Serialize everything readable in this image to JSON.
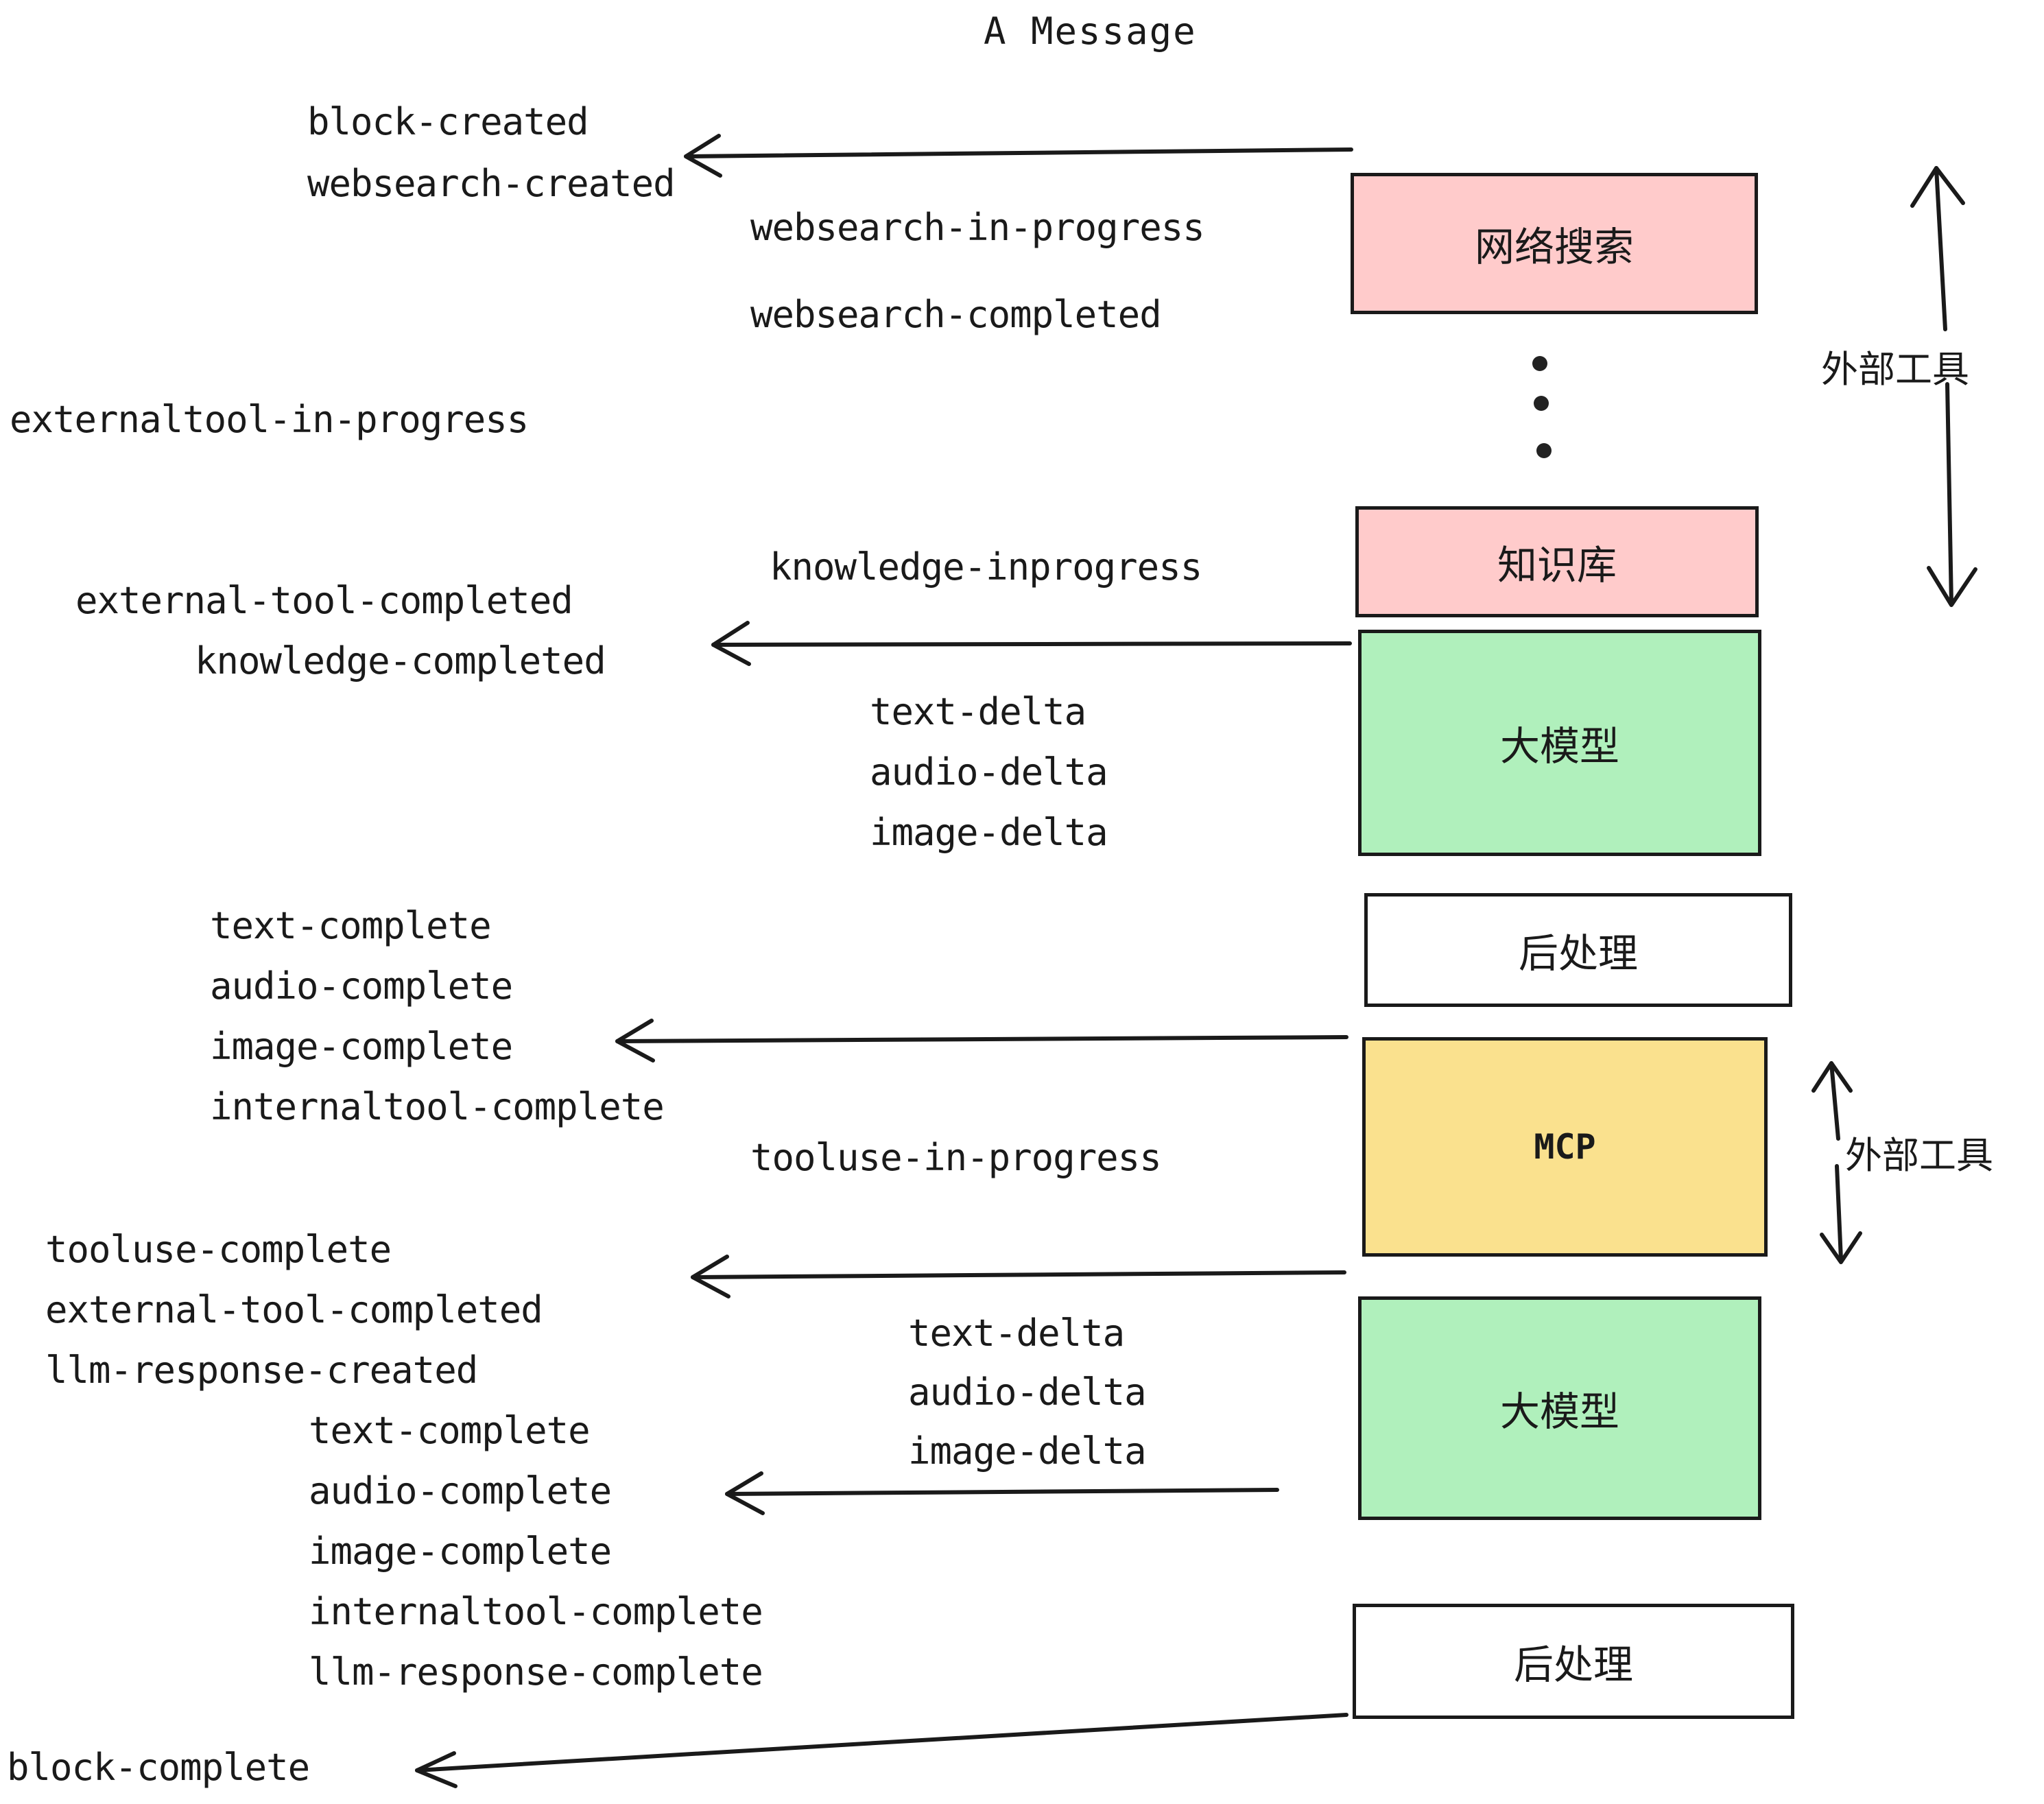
{
  "title": "A Message",
  "nodes": [
    {
      "label": "网络搜索",
      "color": "#ffcbcb"
    },
    {
      "label": "知识库",
      "color": "#ffcbcb"
    },
    {
      "label": "大模型",
      "color": "#b0f0bc"
    },
    {
      "label": "后处理",
      "color": "#ffffff"
    },
    {
      "label": "MCP",
      "color": "#fae18e"
    },
    {
      "label": "大模型",
      "color": "#b0f0bc"
    },
    {
      "label": "后处理",
      "color": "#ffffff"
    }
  ],
  "group_labels": [
    {
      "text": "外部工具"
    },
    {
      "text": "外部工具"
    }
  ],
  "events": [
    {
      "text": "block-created"
    },
    {
      "text": "websearch-created"
    },
    {
      "text": "websearch-in-progress"
    },
    {
      "text": "websearch-completed"
    },
    {
      "text": "externaltool-in-progress"
    },
    {
      "text": "knowledge-inprogress"
    },
    {
      "text": "external-tool-completed"
    },
    {
      "text": "knowledge-completed"
    },
    {
      "text": "text-delta"
    },
    {
      "text": "audio-delta"
    },
    {
      "text": "image-delta"
    },
    {
      "text": "text-complete"
    },
    {
      "text": "audio-complete"
    },
    {
      "text": "image-complete"
    },
    {
      "text": "internaltool-complete"
    },
    {
      "text": "tooluse-in-progress"
    },
    {
      "text": "tooluse-complete"
    },
    {
      "text": "external-tool-completed"
    },
    {
      "text": "llm-response-created"
    },
    {
      "text": "text-complete"
    },
    {
      "text": "audio-complete"
    },
    {
      "text": "image-complete"
    },
    {
      "text": "internaltool-complete"
    },
    {
      "text": "llm-response-complete"
    },
    {
      "text": "block-complete"
    }
  ],
  "colors": {
    "stroke": "#1a1a1a",
    "pink": "#ffcbcb",
    "green": "#b0f0bc",
    "yellow": "#fae18e",
    "white": "#ffffff"
  }
}
